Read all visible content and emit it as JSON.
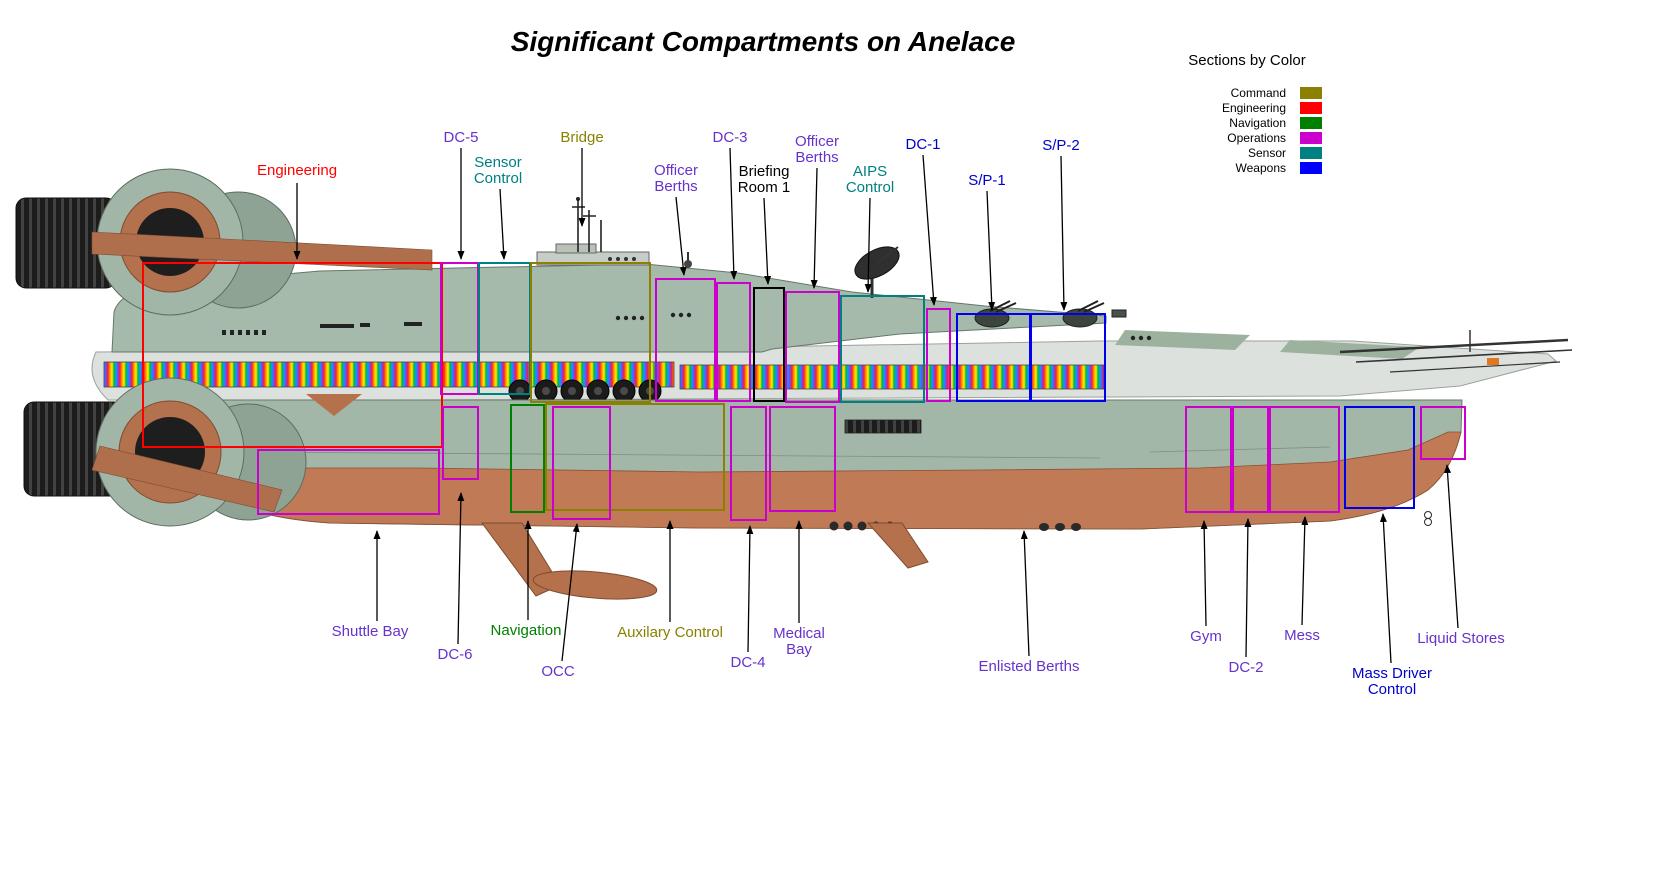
{
  "title": "Significant Compartments on Anelace",
  "legend": {
    "title": "Sections by Color",
    "items": [
      {
        "label": "Command",
        "color": "#8B8000"
      },
      {
        "label": "Engineering",
        "color": "#FF0000"
      },
      {
        "label": "Navigation",
        "color": "#008000"
      },
      {
        "label": "Operations",
        "color": "#CC00CC"
      },
      {
        "label": "Sensor",
        "color": "#008080"
      },
      {
        "label": "Weapons",
        "color": "#0000FF"
      }
    ]
  },
  "colors": {
    "command": "#8B8000",
    "engineering": "#FF0000",
    "navigation": "#008000",
    "operations": "#CC00CC",
    "sensor": "#008080",
    "weapons": "#0000EE",
    "neutral": "#000000"
  },
  "labels": {
    "engineering": {
      "text": "Engineering",
      "color": "#FF0000",
      "section": "Engineering"
    },
    "dc5": {
      "text": "DC-5",
      "color": "#6633CC",
      "section": "Operations"
    },
    "sensor_control": {
      "text": "Sensor\nControl",
      "color": "#008080",
      "section": "Sensor"
    },
    "bridge": {
      "text": "Bridge",
      "color": "#8B8000",
      "section": "Command"
    },
    "officer_berths_a": {
      "text": "Officer\nBerths",
      "color": "#6633CC",
      "section": "Operations"
    },
    "dc3": {
      "text": "DC-3",
      "color": "#6633CC",
      "section": "Operations"
    },
    "briefing_room": {
      "text": "Briefing\nRoom 1",
      "color": "#000000",
      "section": "Neutral"
    },
    "officer_berths_b": {
      "text": "Officer\nBerths",
      "color": "#6633CC",
      "section": "Operations"
    },
    "aips_control": {
      "text": "AIPS\nControl",
      "color": "#008080",
      "section": "Sensor"
    },
    "dc1": {
      "text": "DC-1",
      "color": "#0000CC",
      "section": "Operations"
    },
    "sp1": {
      "text": "S/P-1",
      "color": "#0000CC",
      "section": "Weapons"
    },
    "sp2": {
      "text": "S/P-2",
      "color": "#0000CC",
      "section": "Weapons"
    },
    "shuttle_bay": {
      "text": "Shuttle Bay",
      "color": "#6633CC",
      "section": "Operations"
    },
    "dc6": {
      "text": "DC-6",
      "color": "#6633CC",
      "section": "Operations"
    },
    "navigation": {
      "text": "Navigation",
      "color": "#008000",
      "section": "Navigation"
    },
    "occ": {
      "text": "OCC",
      "color": "#6633CC",
      "section": "Operations"
    },
    "aux_control": {
      "text": "Auxilary Control",
      "color": "#8B8000",
      "section": "Command"
    },
    "dc4": {
      "text": "DC-4",
      "color": "#6633CC",
      "section": "Operations"
    },
    "medical_bay": {
      "text": "Medical\nBay",
      "color": "#6633CC",
      "section": "Operations"
    },
    "enlisted_berths": {
      "text": "Enlisted Berths",
      "color": "#6633CC",
      "section": "Operations"
    },
    "gym": {
      "text": "Gym",
      "color": "#6633CC",
      "section": "Operations"
    },
    "dc2": {
      "text": "DC-2",
      "color": "#6633CC",
      "section": "Operations"
    },
    "mess": {
      "text": "Mess",
      "color": "#6633CC",
      "section": "Operations"
    },
    "mass_driver": {
      "text": "Mass Driver\nControl",
      "color": "#0000CC",
      "section": "Weapons"
    },
    "liquid_stores": {
      "text": "Liquid Stores",
      "color": "#6633CC",
      "section": "Operations"
    }
  }
}
